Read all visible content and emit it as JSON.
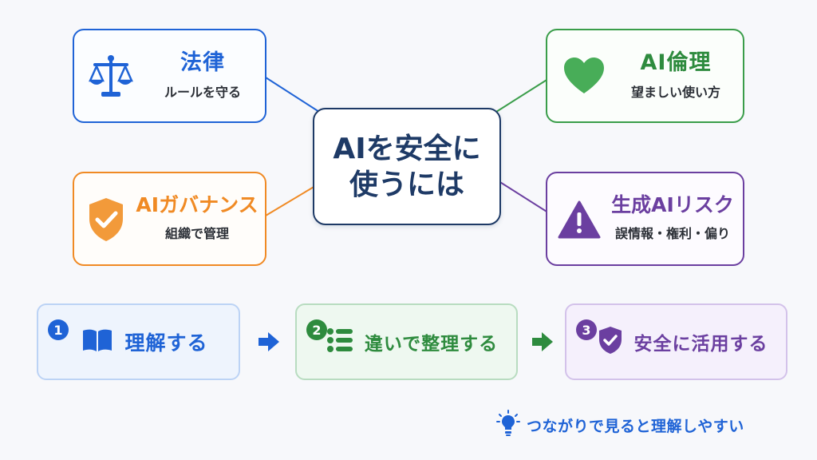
{
  "center": {
    "line1": "AIを安全に",
    "line2": "使うには"
  },
  "cards": {
    "law": {
      "title": "法律",
      "subtitle": "ルールを守る",
      "icon": "scales-icon",
      "color": "#1f63d6"
    },
    "ethics": {
      "title": "AI倫理",
      "subtitle": "望ましい使い方",
      "icon": "heart-icon",
      "color": "#3a9d4a"
    },
    "governance": {
      "title": "AIガバナンス",
      "subtitle": "組織で管理",
      "icon": "shield-check-icon",
      "color": "#f08a24"
    },
    "risk": {
      "title": "生成AIリスク",
      "subtitle": "誤情報・権利・偏り",
      "icon": "warning-icon",
      "color": "#6b3fa0"
    }
  },
  "steps": [
    {
      "number": "1",
      "label": "理解する",
      "icon": "book-icon",
      "color": "#1f63d6"
    },
    {
      "number": "2",
      "label": "違いで整理する",
      "icon": "list-icon",
      "color": "#2e8b3e"
    },
    {
      "number": "3",
      "label": "安全に活用する",
      "icon": "shield-check-icon",
      "color": "#6b3fa0"
    }
  ],
  "tip": {
    "text": "つながりで見ると理解しやすい",
    "icon": "lightbulb-icon"
  }
}
